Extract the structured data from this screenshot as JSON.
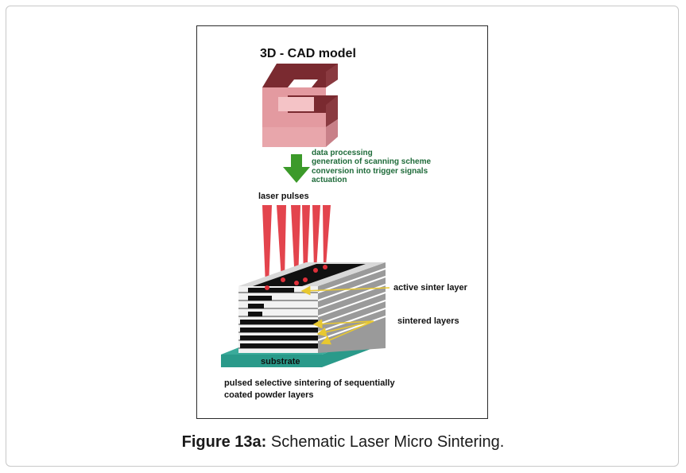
{
  "figure": {
    "title": "3D - CAD model",
    "steps": [
      "data processing",
      "generation of scanning scheme",
      "conversion into trigger signals",
      "actuation"
    ],
    "laser_label": "laser pulses",
    "active_label": "active sinter layer",
    "sintered_label": "sintered layers",
    "substrate_label": "substrate",
    "bottom_text": [
      "pulsed selective sintering of sequentially",
      "coated powder layers"
    ],
    "colors": {
      "cad_top": "#7a2a30",
      "cad_front": "#e39aa0",
      "arrow": "#3c9a2a",
      "steps_text": "#1f6b3a",
      "laser": "#e0303a",
      "substrate": "#2a9a8a",
      "sintered": "#111111",
      "powder": "#f2f2f2"
    }
  },
  "caption": {
    "label": "Figure 13a:",
    "text": "Schematic Laser Micro Sintering."
  }
}
